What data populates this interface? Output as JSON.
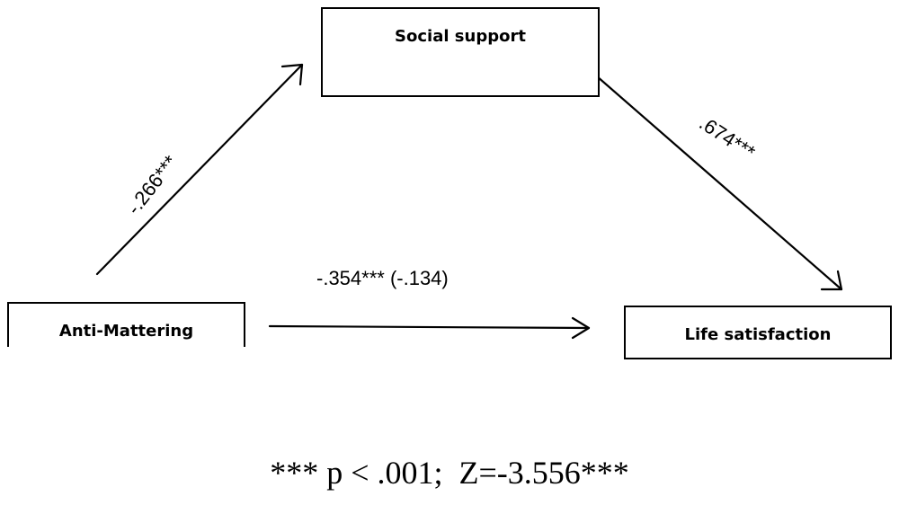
{
  "nodes": {
    "mediator": "Social support",
    "predictor": "Anti-Mattering",
    "outcome": "Life satisfaction"
  },
  "paths": {
    "a": "-.266***",
    "b": ".674***",
    "c": "-.354*** (-.134)"
  },
  "footnote": "*** p < .001;  Z=-3.556***"
}
